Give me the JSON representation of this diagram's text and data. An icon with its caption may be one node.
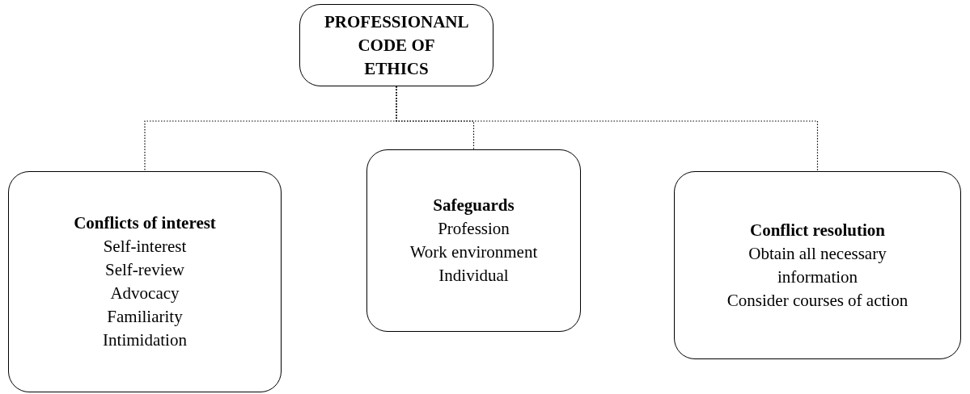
{
  "diagram": {
    "nodes": [
      {
        "text": [
          "PROFESSIONANL CODE OF ETHICS"
        ]
      },
      {
        "text": [
          "Conflicts of interest",
          "Self-interest",
          "Self-review",
          "Advocacy",
          "Familiarity",
          "Intimidation"
        ]
      },
      {
        "text": [
          "Safeguards",
          "Profession",
          "Work environment",
          "Individual"
        ]
      },
      {
        "text": [
          "Conflict resolution",
          "Obtain all necessary information",
          "Consider courses of action"
        ]
      }
    ],
    "edges": [
      {
        "from": 0,
        "to": 1,
        "arrow": "none",
        "style": "dashed"
      },
      {
        "from": 0,
        "to": 2,
        "arrow": "none",
        "style": "dashed"
      },
      {
        "from": 0,
        "to": 3,
        "arrow": "none",
        "style": "dashed"
      }
    ]
  }
}
